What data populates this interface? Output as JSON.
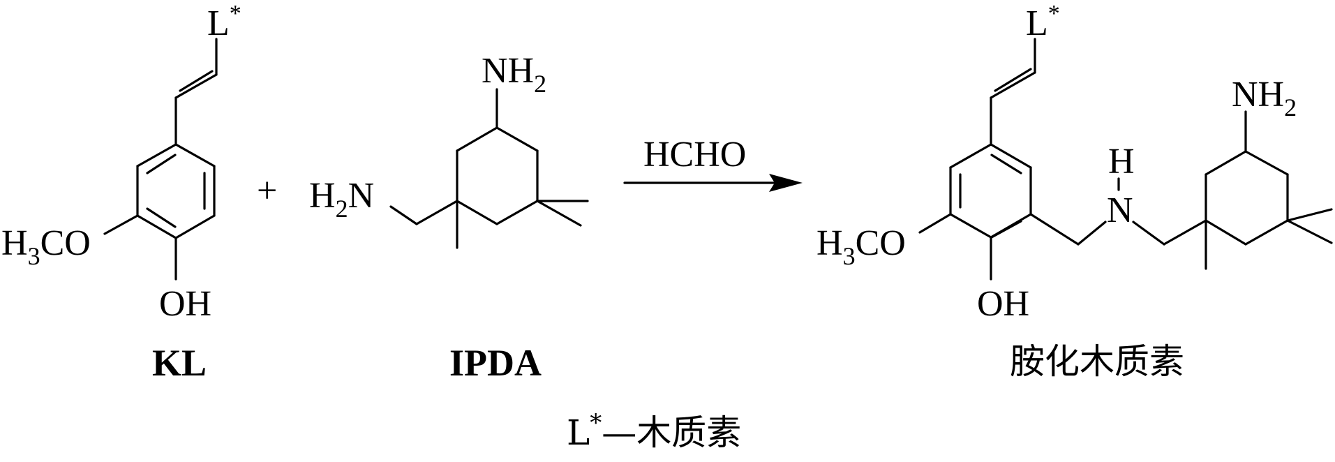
{
  "reaction": {
    "reactant_1": {
      "name": "KL",
      "labels": {
        "lignin_sub": "L",
        "lignin_star": "*",
        "methoxy_h": "H",
        "methoxy_3": "3",
        "methoxy_co": "CO",
        "hydroxyl": "OH"
      }
    },
    "plus": "+",
    "reactant_2": {
      "name": "IPDA",
      "labels": {
        "amine_top_nh": "NH",
        "amine_top_2": "2",
        "amine_left_h": "H",
        "amine_left_2": "2",
        "amine_left_n": "N"
      }
    },
    "reagent": "HCHO",
    "product": {
      "name": "胺化木质素",
      "labels": {
        "lignin_sub": "L",
        "lignin_star": "*",
        "methoxy_h": "H",
        "methoxy_3": "3",
        "methoxy_co": "CO",
        "hydroxyl": "OH",
        "bridge_h": "H",
        "bridge_n": "N",
        "amine_nh": "NH",
        "amine_2": "2"
      }
    }
  },
  "legend": {
    "l": "L",
    "star": "*",
    "text": "—木质素"
  },
  "colors": {
    "ink": "#000000",
    "background": "#ffffff"
  }
}
